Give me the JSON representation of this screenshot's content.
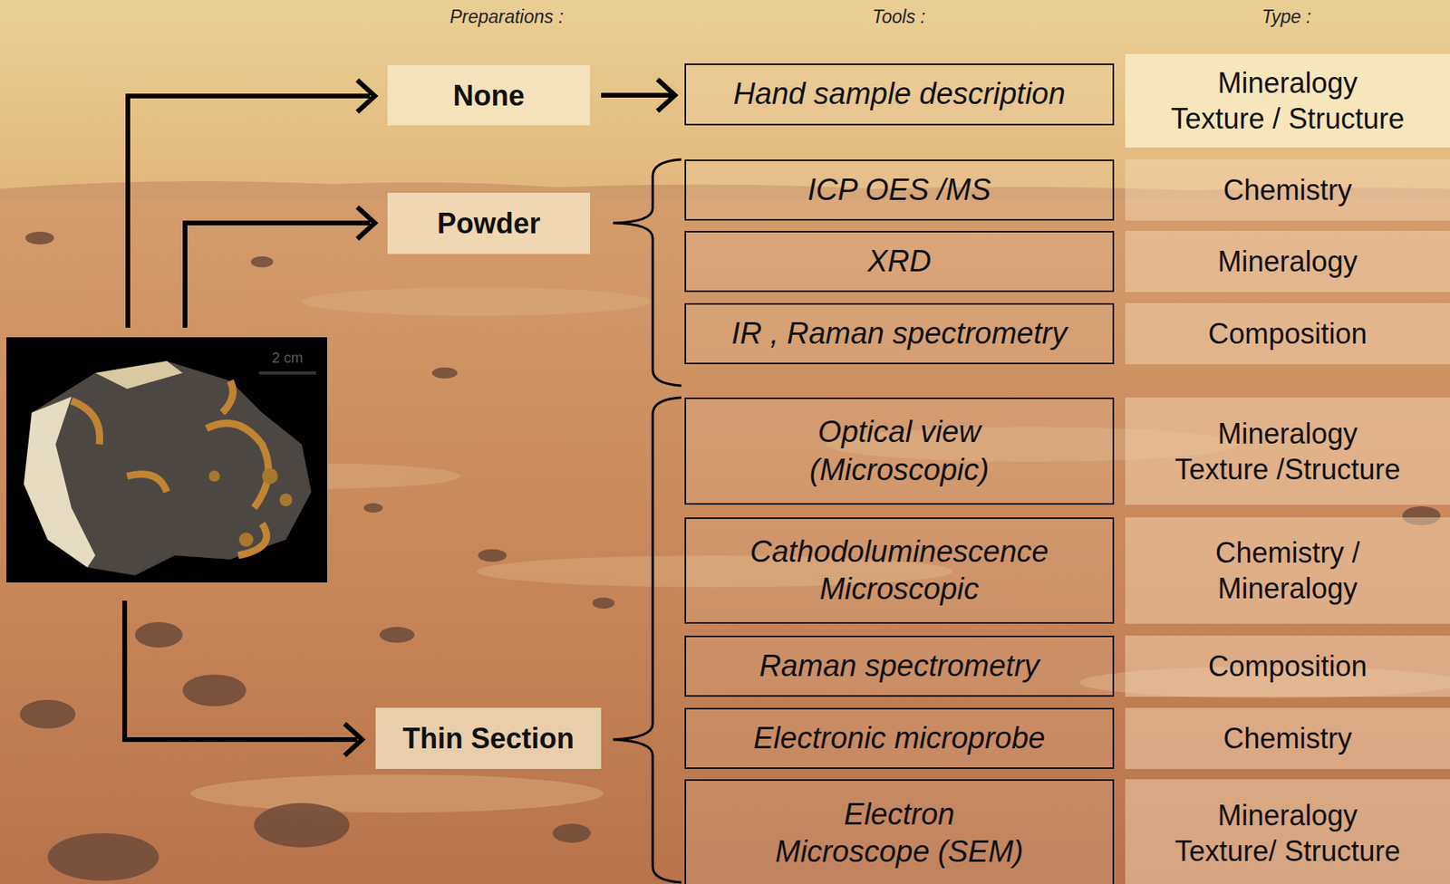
{
  "diagram": {
    "nodes": [
      {
        "text": [
          "None"
        ]
      },
      {
        "text": [
          "Hand sample description"
        ]
      },
      {
        "text": [
          "Mineralogy Texture / Structure"
        ]
      },
      {
        "text": [
          "Powder"
        ]
      },
      {
        "text": [
          "ICP OES /MS"
        ]
      },
      {
        "text": [
          "Chemistry"
        ]
      },
      {
        "text": [
          "XRD"
        ]
      },
      {
        "text": [
          "Mineralogy"
        ]
      },
      {
        "text": [
          "IR , Raman spectrometry"
        ]
      },
      {
        "text": [
          "Composition"
        ]
      },
      {
        "text": [
          "Thin Section"
        ]
      },
      {
        "text": [
          "Optical view (Microscopic)"
        ]
      },
      {
        "text": [
          "Mineralogy Texture /Structure"
        ]
      },
      {
        "text": [
          "Cathodoluminescence Microscopic"
        ]
      },
      {
        "text": [
          "Chemistry / Mineralogy"
        ]
      },
      {
        "text": [
          "Raman spectrometry"
        ]
      },
      {
        "text": [
          "Composition"
        ]
      },
      {
        "text": [
          "Electronic microprobe"
        ]
      },
      {
        "text": [
          "Chemistry"
        ]
      },
      {
        "text": [
          "Electron Microscope (SEM)"
        ]
      },
      {
        "text": [
          "Mineralogy Texture/ Structure"
        ]
      }
    ],
    "edges": [
      {
        "from": 0,
        "to": 1,
        "arrow": "to"
      }
    ],
    "labels": [
      "Preparations :",
      "Tools :",
      "Type :",
      "2 cm"
    ]
  }
}
